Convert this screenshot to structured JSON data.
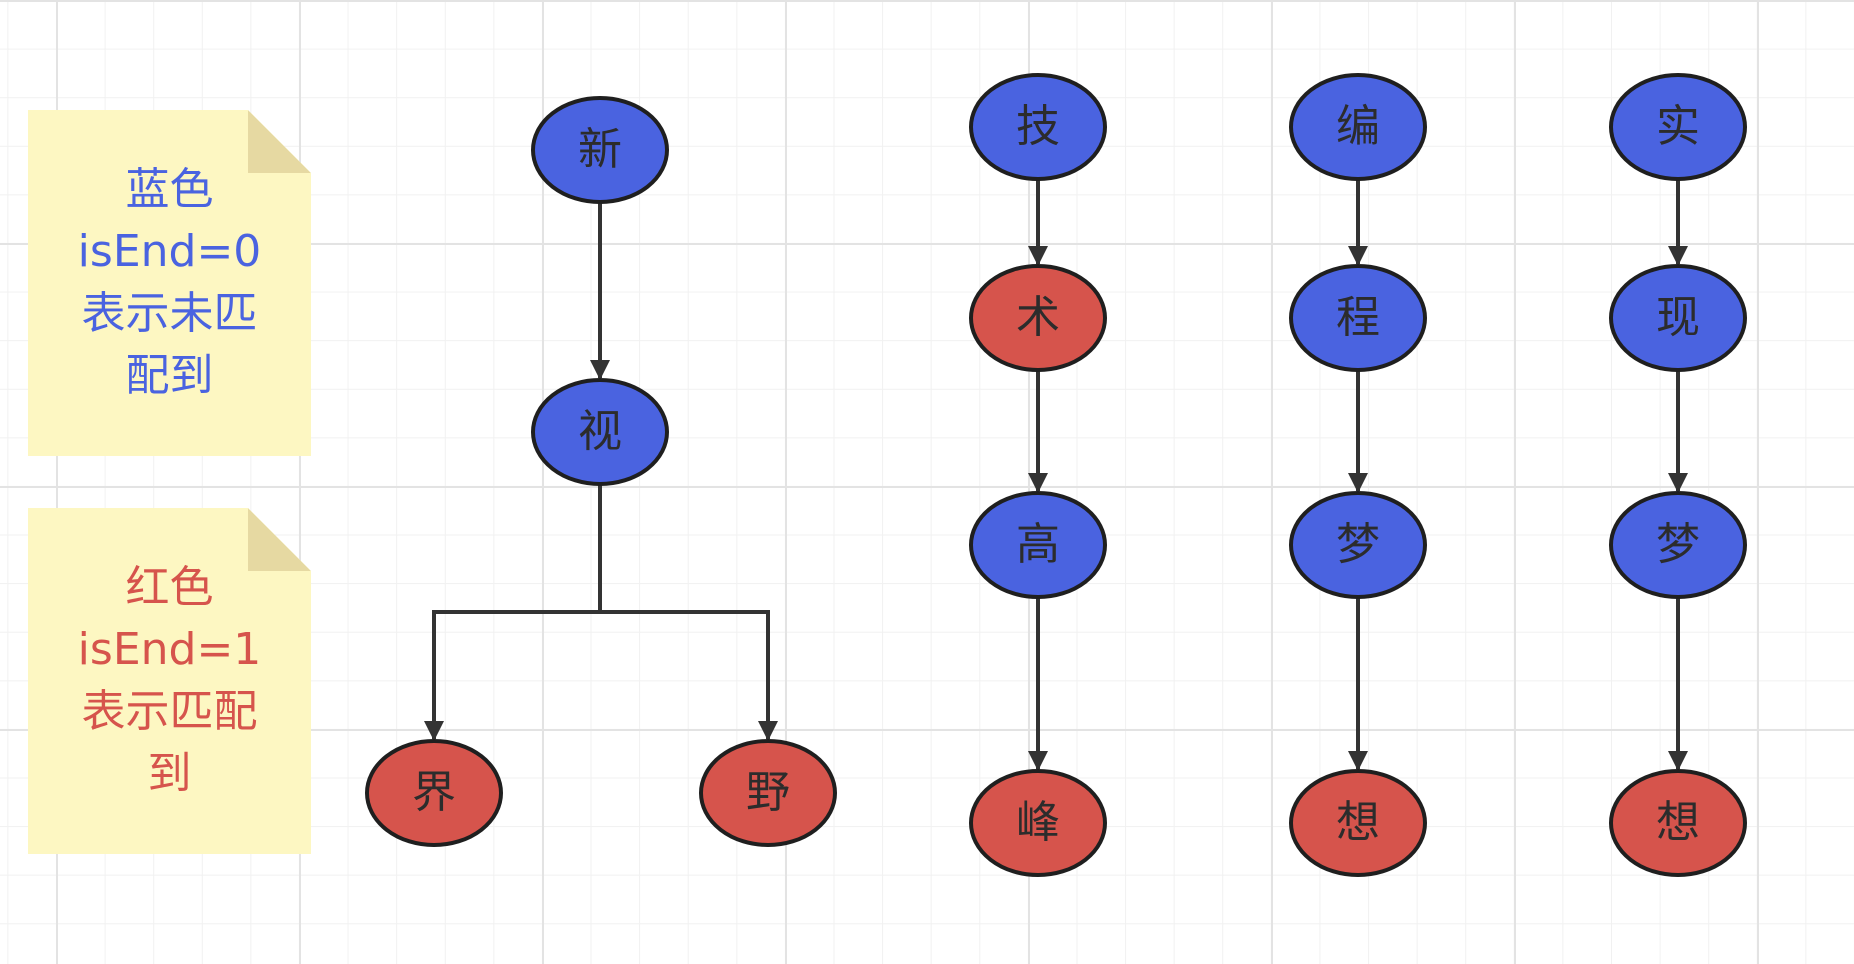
{
  "colors": {
    "blue_node": "#4a63e0",
    "red_node": "#d6544c",
    "node_stroke": "#1f1f1f",
    "edge": "#333333",
    "blue_text": "#4a63e0",
    "red_text": "#d6544c"
  },
  "legend": {
    "blue_note": "蓝色\nisEnd=0\n表示未匹\n配到",
    "red_note": "红色\nisEnd=1\n表示匹配\n到"
  },
  "nodes": [
    {
      "id": "xin",
      "char": "新",
      "color": "blue"
    },
    {
      "id": "shi",
      "char": "视",
      "color": "blue"
    },
    {
      "id": "jie",
      "char": "界",
      "color": "red"
    },
    {
      "id": "ye",
      "char": "野",
      "color": "red"
    },
    {
      "id": "ji",
      "char": "技",
      "color": "blue"
    },
    {
      "id": "shu",
      "char": "术",
      "color": "red"
    },
    {
      "id": "gao",
      "char": "高",
      "color": "blue"
    },
    {
      "id": "feng",
      "char": "峰",
      "color": "red"
    },
    {
      "id": "bian",
      "char": "编",
      "color": "blue"
    },
    {
      "id": "cheng",
      "char": "程",
      "color": "blue"
    },
    {
      "id": "meng1",
      "char": "梦",
      "color": "blue"
    },
    {
      "id": "xiang1",
      "char": "想",
      "color": "red"
    },
    {
      "id": "shi2",
      "char": "实",
      "color": "blue"
    },
    {
      "id": "xian",
      "char": "现",
      "color": "blue"
    },
    {
      "id": "meng2",
      "char": "梦",
      "color": "blue"
    },
    {
      "id": "xiang2",
      "char": "想",
      "color": "red"
    }
  ],
  "edges": [
    [
      "xin",
      "shi"
    ],
    [
      "shi",
      "jie"
    ],
    [
      "shi",
      "ye"
    ],
    [
      "ji",
      "shu"
    ],
    [
      "shu",
      "gao"
    ],
    [
      "gao",
      "feng"
    ],
    [
      "bian",
      "cheng"
    ],
    [
      "cheng",
      "meng1"
    ],
    [
      "meng1",
      "xiang1"
    ],
    [
      "shi2",
      "xian"
    ],
    [
      "xian",
      "meng2"
    ],
    [
      "meng2",
      "xiang2"
    ]
  ]
}
